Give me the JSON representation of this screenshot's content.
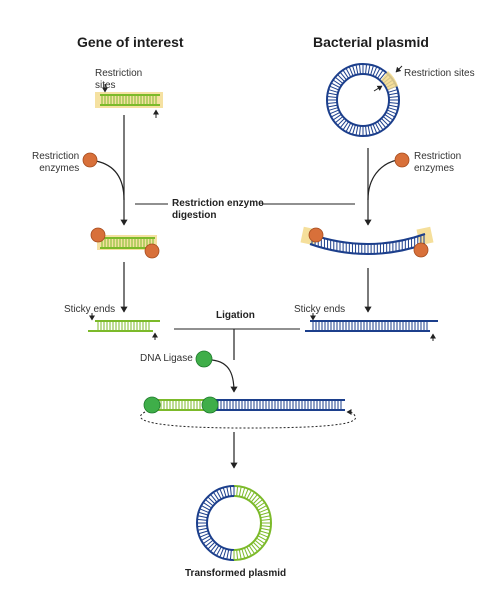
{
  "titles": {
    "gene": "Gene of interest",
    "plasmid": "Bacterial plasmid"
  },
  "labels": {
    "restriction_sites_left": "Restriction\nsites",
    "restriction_sites_right": "Restriction sites",
    "restriction_enzymes_left": "Restriction\nenzymes",
    "restriction_enzymes_right": "Restriction\nenzymes",
    "sticky_ends_left": "Sticky ends",
    "sticky_ends_right": "Sticky ends",
    "dna_ligase": "DNA Ligase"
  },
  "steps": {
    "digestion": "Restriction enzyme\ndigestion",
    "ligation": "Ligation",
    "result": "Transformed plasmid"
  },
  "colors": {
    "green_dna": "#7cba2a",
    "blue_dna": "#1c3f8c",
    "enzyme": "#d8703a",
    "ligase": "#3fae49",
    "site_highlight": "#f3d98a"
  }
}
